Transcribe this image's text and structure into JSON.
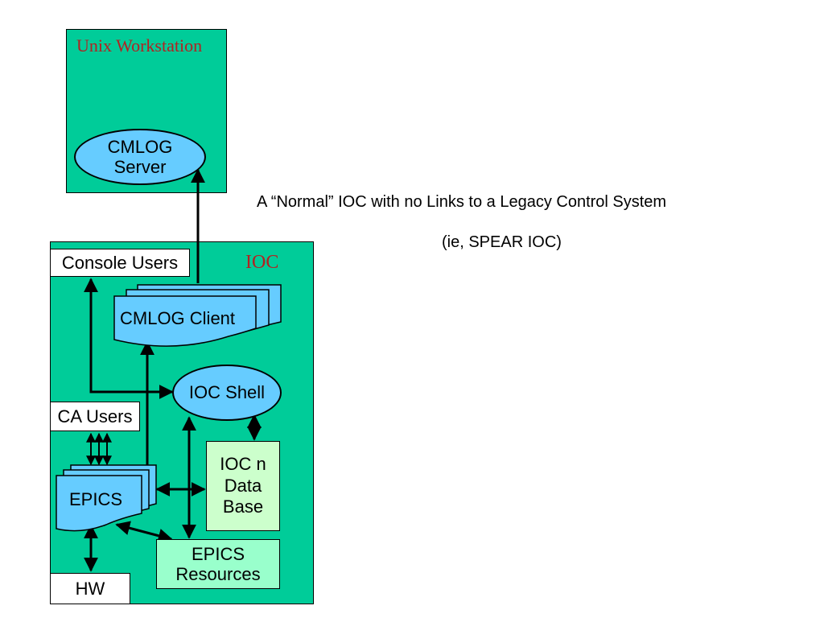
{
  "workstation": {
    "title": "Unix Workstation"
  },
  "cmlog_server": {
    "line1": "CMLOG",
    "line2": "Server"
  },
  "ioc": {
    "title": "IOC"
  },
  "console_users": {
    "label": "Console Users"
  },
  "cmlog_client": {
    "label": "CMLOG Client"
  },
  "ioc_shell": {
    "label": "IOC Shell"
  },
  "ca_users": {
    "label": "CA Users"
  },
  "epics": {
    "label": "EPICS"
  },
  "ioc_database": {
    "line1": "IOC n",
    "line2": "Data",
    "line3": "Base"
  },
  "epics_resources": {
    "line1": "EPICS",
    "line2": "Resources"
  },
  "hw": {
    "label": "HW"
  },
  "caption": {
    "line1": "A “Normal” IOC with no Links to a Legacy Control System",
    "line2": "(ie, SPEAR IOC)"
  },
  "colors": {
    "green": "#00cc99",
    "light_blue": "#66ccff",
    "light_green": "#ccffcc",
    "mint": "#99ffcc",
    "title_red": "#b22222"
  }
}
